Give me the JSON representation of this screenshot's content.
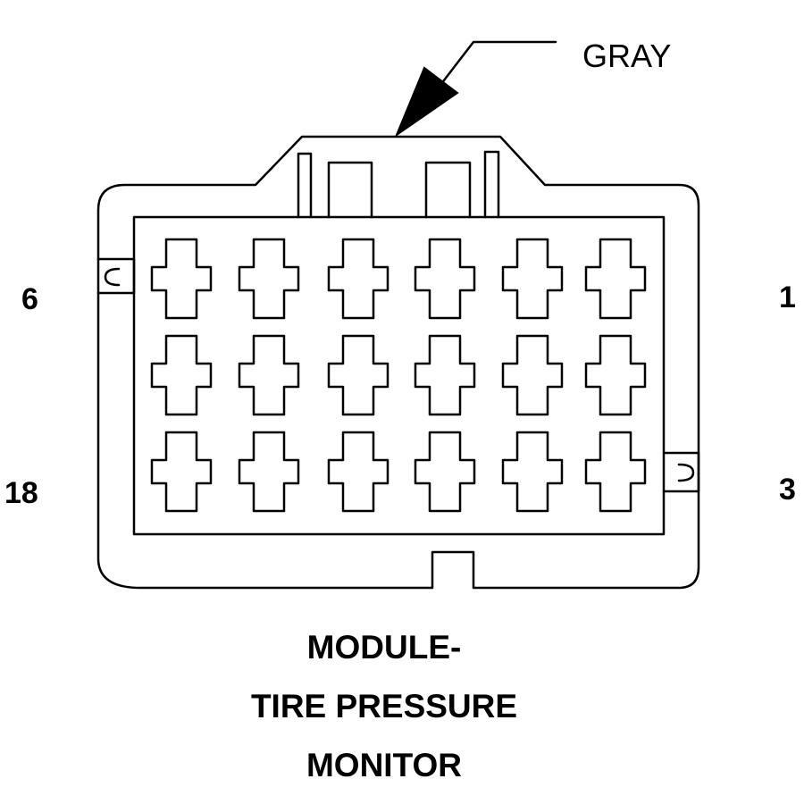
{
  "connector": {
    "color_label": "GRAY",
    "pin_labels": {
      "top_left": "6",
      "top_right": "1",
      "bottom_left": "18",
      "bottom_right": "3"
    },
    "rows": 3,
    "columns": 6
  },
  "title": {
    "line1": "MODULE-",
    "line2": "TIRE PRESSURE",
    "line3": "MONITOR"
  }
}
